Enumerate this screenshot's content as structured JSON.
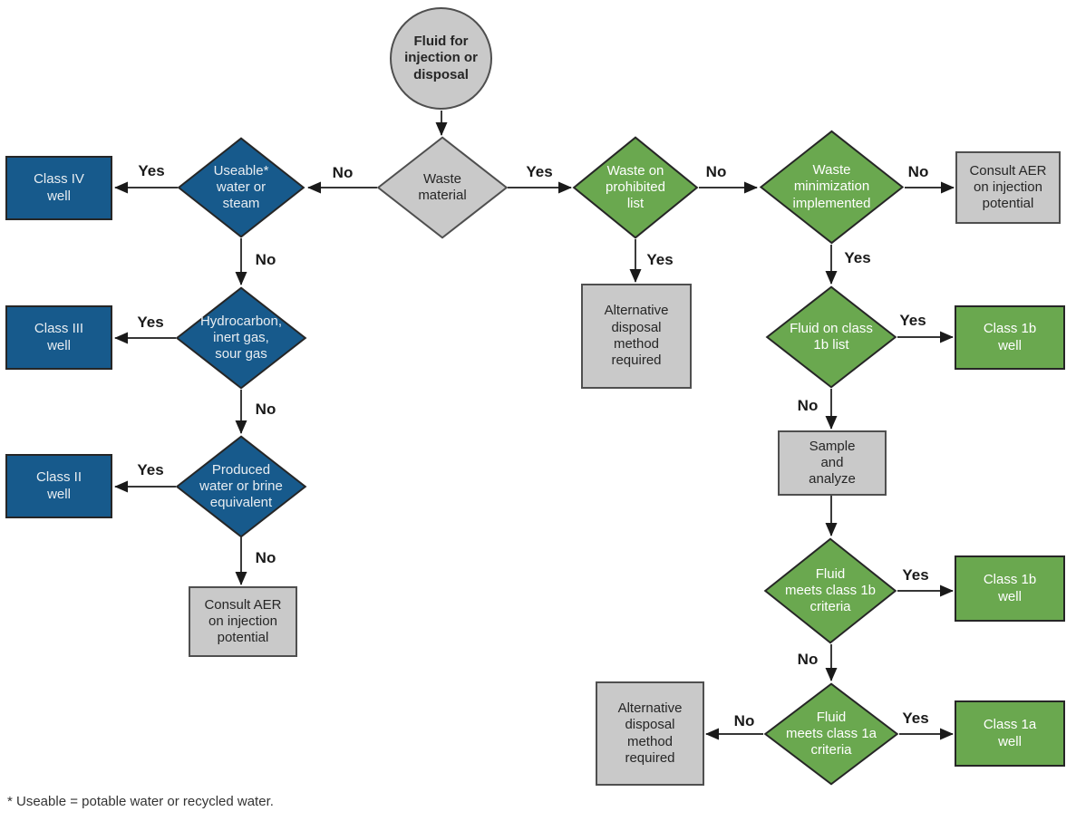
{
  "colors": {
    "blue": "#175a8c",
    "green": "#6aa84f",
    "gray": "#c9c9c9",
    "border-dark": "#262626",
    "border-gray": "#4f4f4f",
    "line": "#1a1a1a",
    "text-dark": "#262626",
    "text-light": "#ffffff"
  },
  "nodes": {
    "start": {
      "label": "Fluid for\ninjection or\ndisposal"
    },
    "waste_material": {
      "label": "Waste\nmaterial"
    },
    "useable": {
      "label": "Useable*\nwater or\nsteam"
    },
    "class_iv": {
      "label": "Class IV\nwell"
    },
    "hydrocarbon": {
      "label": "Hydrocarbon,\ninert gas,\nsour gas"
    },
    "class_iii": {
      "label": "Class III\nwell"
    },
    "produced": {
      "label": "Produced\nwater or brine\nequivalent"
    },
    "class_ii": {
      "label": "Class II\nwell"
    },
    "consult_left": {
      "label": "Consult AER\non injection\npotential"
    },
    "prohibited": {
      "label": "Waste on\nprohibited\nlist"
    },
    "minimization": {
      "label": "Waste\nminimization\nimplemented"
    },
    "consult_right": {
      "label": "Consult AER\non injection\npotential"
    },
    "alt_disposal_1": {
      "label": "Alternative\ndisposal\nmethod\nrequired"
    },
    "fluid_1b_list": {
      "label": "Fluid on class\n1b list"
    },
    "class_1b_a": {
      "label": "Class 1b\nwell"
    },
    "sample": {
      "label": "Sample\nand\nanalyze"
    },
    "meets_1b": {
      "label": "Fluid\nmeets class 1b\ncriteria"
    },
    "class_1b_b": {
      "label": "Class 1b\nwell"
    },
    "meets_1a": {
      "label": "Fluid\nmeets class 1a\ncriteria"
    },
    "alt_disposal_2": {
      "label": "Alternative\ndisposal\nmethod\nrequired"
    },
    "class_1a": {
      "label": "Class 1a\nwell"
    }
  },
  "edge_labels": {
    "waste_material_to_useable": "No",
    "waste_material_to_prohibited": "Yes",
    "useable_to_class_iv": "Yes",
    "useable_to_hydrocarbon": "No",
    "hydrocarbon_to_class_iii": "Yes",
    "hydrocarbon_to_produced": "No",
    "produced_to_class_ii": "Yes",
    "produced_to_consult_aer": "No",
    "prohibited_to_alt_disposal": "Yes",
    "prohibited_to_minimization": "No",
    "minimization_to_consult_aer": "No",
    "minimization_to_fluid_1b_list": "Yes",
    "fluid_1b_list_to_class_1b": "Yes",
    "fluid_1b_list_to_sample": "No",
    "meets_1b_to_class_1b": "Yes",
    "meets_1b_to_meets_1a": "No",
    "meets_1a_to_class_1a": "Yes",
    "meets_1a_to_alt_disposal": "No"
  },
  "footnote": "* Useable = potable water or recycled water."
}
